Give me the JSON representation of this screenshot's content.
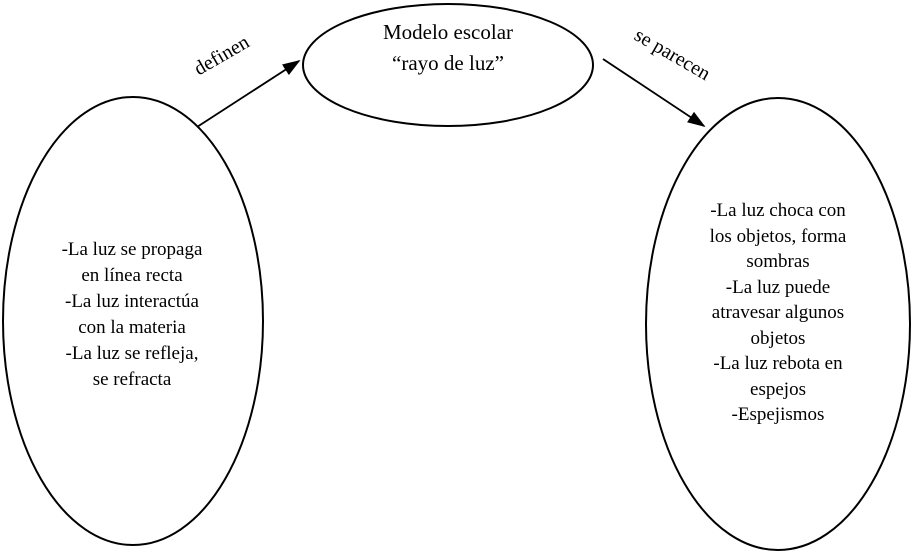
{
  "diagram": {
    "nodes": {
      "center": {
        "lines": [
          "Modelo escolar",
          "“rayo de luz”"
        ]
      },
      "left": {
        "lines": [
          "-La luz se propaga",
          "en línea recta",
          "-La luz interactúa",
          "con la materia",
          "-La luz se refleja,",
          "se refracta"
        ]
      },
      "right": {
        "lines": [
          "-La luz choca con",
          "los objetos, forma",
          "sombras",
          "-La luz puede",
          "atravesar algunos",
          "objetos",
          "-La luz rebota en",
          "espejos",
          "-Espejismos"
        ]
      }
    },
    "edges": [
      {
        "label": "definen",
        "from": "left-node",
        "to": "center-node"
      },
      {
        "label": "se parecen",
        "from": "center-node",
        "to": "right-node"
      }
    ],
    "colors": {
      "line": "#000000",
      "text": "#000000",
      "background": "#ffffff"
    }
  }
}
